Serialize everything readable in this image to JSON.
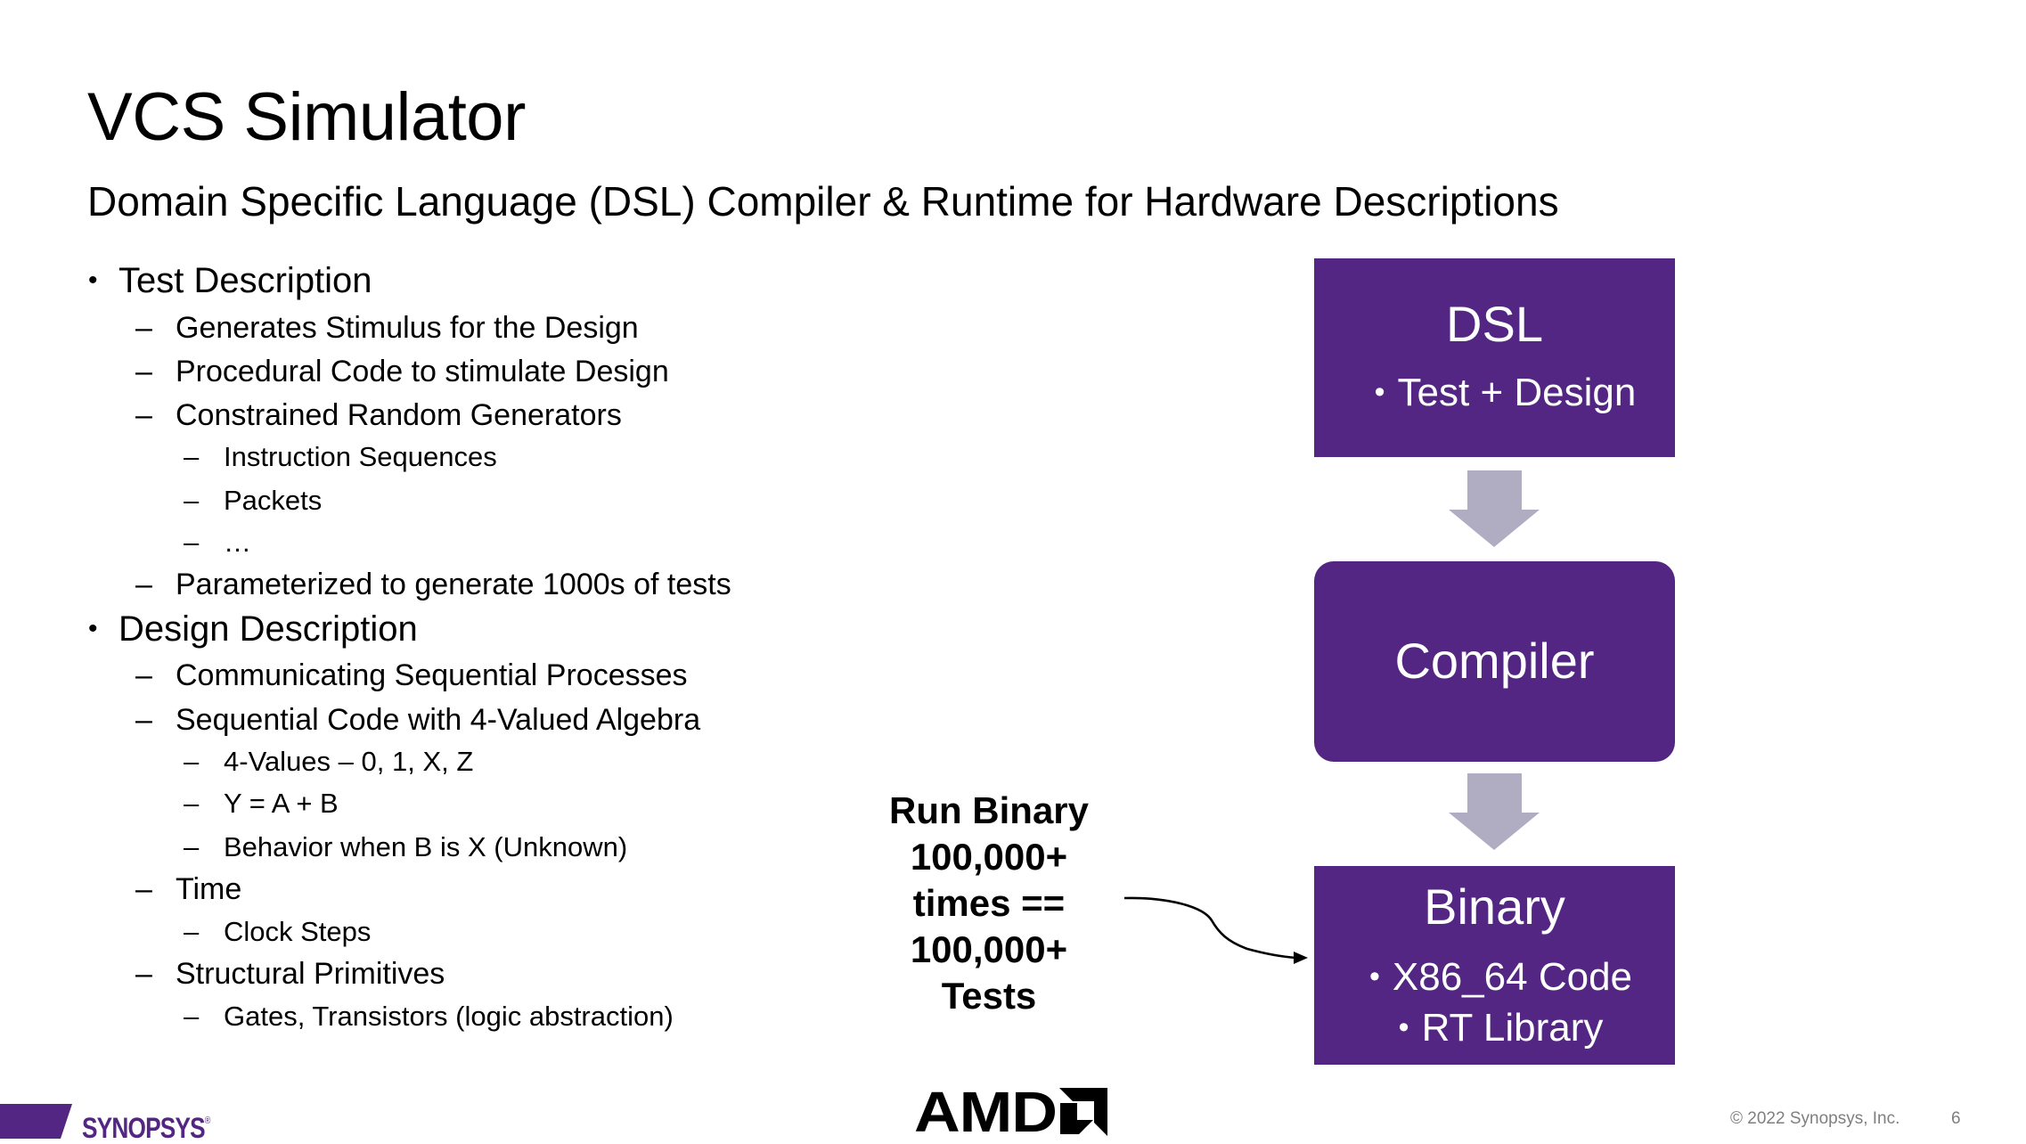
{
  "slide": {
    "title": "VCS Simulator",
    "subtitle": "Domain Specific Language (DSL) Compiler & Runtime for Hardware Descriptions"
  },
  "bullets": [
    {
      "level": 1,
      "marker": "•",
      "text": "Test Description"
    },
    {
      "level": 2,
      "marker": "–",
      "text": "Generates Stimulus for the Design"
    },
    {
      "level": 2,
      "marker": "–",
      "text": "Procedural Code to stimulate Design"
    },
    {
      "level": 2,
      "marker": "–",
      "text": "Constrained Random Generators"
    },
    {
      "level": 3,
      "marker": "–",
      "text": "Instruction Sequences"
    },
    {
      "level": 3,
      "marker": "–",
      "text": "Packets"
    },
    {
      "level": 3,
      "marker": "–",
      "text": "…"
    },
    {
      "level": 2,
      "marker": "–",
      "text": "Parameterized to generate 1000s of tests"
    },
    {
      "level": 1,
      "marker": "•",
      "text": "Design Description"
    },
    {
      "level": 2,
      "marker": "–",
      "text": "Communicating Sequential Processes"
    },
    {
      "level": 2,
      "marker": "–",
      "text": "Sequential Code with 4-Valued Algebra"
    },
    {
      "level": 3,
      "marker": "–",
      "text": "4-Values – 0, 1, X, Z"
    },
    {
      "level": 3,
      "marker": "–",
      "text": "Y = A + B"
    },
    {
      "level": 3,
      "marker": "–",
      "text": "Behavior when B is X (Unknown)"
    },
    {
      "level": 2,
      "marker": "–",
      "text": "Time"
    },
    {
      "level": 3,
      "marker": "–",
      "text": "Clock Steps"
    },
    {
      "level": 2,
      "marker": "–",
      "text": "Structural Primitives"
    },
    {
      "level": 3,
      "marker": "–",
      "text": "Gates, Transistors (logic abstraction)"
    }
  ],
  "diagram": {
    "dsl": {
      "title": "DSL",
      "bullets": [
        "Test + Design"
      ]
    },
    "compiler": {
      "title": "Compiler"
    },
    "binary": {
      "title": "Binary",
      "bullets": [
        "X86_64 Code",
        "RT Library"
      ]
    },
    "bullet_marker": "•",
    "run_label": [
      "Run Binary",
      "100,000+",
      "times ==",
      "100,000+",
      "Tests"
    ],
    "colors": {
      "box": "#522682",
      "flow_arrow": "#b0adc2",
      "connector": "#000000"
    }
  },
  "footer": {
    "synopsys_logo": "SYNOPSYS",
    "synopsys_registered": "®",
    "amd_logo": "AMD",
    "copyright": "© 2022 Synopsys, Inc.",
    "page_number": "6",
    "brand_color": "#522682"
  }
}
